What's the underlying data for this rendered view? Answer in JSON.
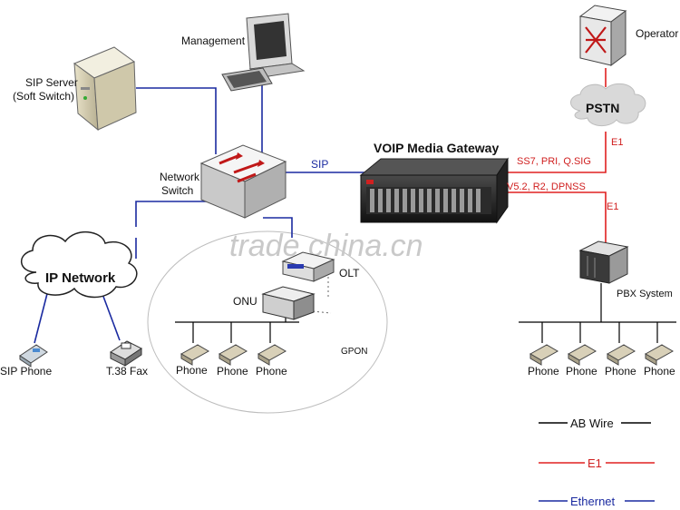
{
  "title": "VOIP Media Gateway",
  "labels": {
    "management": "Management",
    "sip_server": "SIP Server",
    "soft_switch": "(Soft Switch)",
    "network_switch_line1": "Network",
    "network_switch_line2": "Switch",
    "sip_link": "SIP",
    "ip_network": "IP Network",
    "olt": "OLT",
    "onu": "ONU",
    "gpon": "GPON",
    "sip_phone": "SIP Phone",
    "fax": "T.38 Fax",
    "phone": "Phone",
    "operator": "Operator",
    "pstn": "PSTN",
    "e1_top": "E1",
    "e1_bottom": "E1",
    "ss7_line": "SS7, PRI, Q.SIG",
    "v52_line": "V5.2, R2, DPNSS",
    "pbx": "PBX System",
    "watermark": "trade.china.cn"
  },
  "legend": [
    {
      "label": "AB Wire",
      "color": "#000000"
    },
    {
      "label": "E1",
      "color": "#e02020"
    },
    {
      "label": "Ethernet",
      "color": "#1a2aa0"
    }
  ],
  "colors": {
    "ethernet": "#1a2aa0",
    "e1": "#e02020",
    "ab_wire": "#000000"
  }
}
